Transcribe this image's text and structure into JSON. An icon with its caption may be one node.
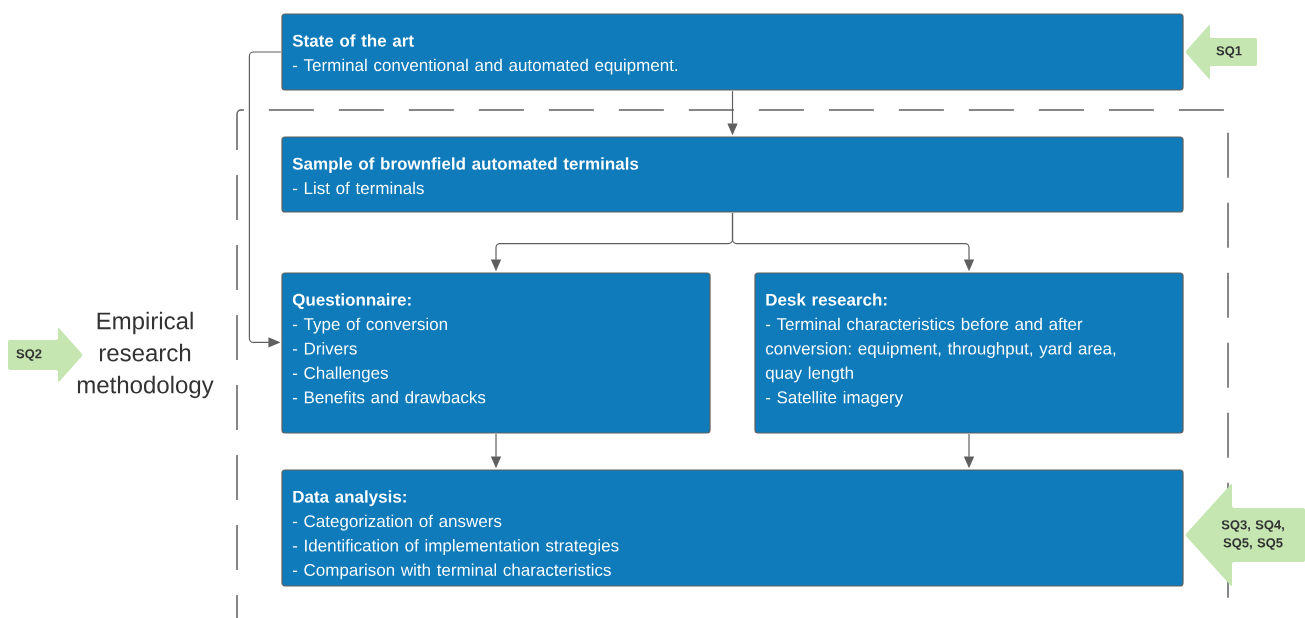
{
  "diagram": {
    "nodes": [
      {
        "text": [
          "State of the art",
          "- Terminal conventional and automated equipment."
        ]
      },
      {
        "text": [
          "Empirical research methodology"
        ]
      },
      {
        "text": [
          "Sample of brownfield automated terminals",
          "- List of terminals"
        ],
        "in": 1
      },
      {
        "text": [
          "Questionnaire:",
          "- Type of conversion",
          "- Drivers",
          "- Challenges",
          "- Benefits and drawbacks"
        ],
        "in": 1
      },
      {
        "text": [
          "Desk research:",
          "- Terminal characteristics before and after conversion: equipment, throughput, yard area, quay length",
          "- Satellite imagery"
        ],
        "in": 1
      },
      {
        "text": [
          "Data analysis:",
          "- Categorization of answers",
          "- Identification of implementation strategies",
          "- Comparison with terminal characteristics"
        ],
        "in": 1
      },
      {
        "text": [
          "SQ1"
        ]
      },
      {
        "text": [
          "SQ2"
        ]
      },
      {
        "text": [
          "SQ3, SQ4, SQ5, SQ5"
        ]
      }
    ],
    "edges": [
      {
        "from": 0,
        "to": 2,
        "arrow": "to"
      },
      {
        "from": 0,
        "to": 3,
        "arrow": "to"
      },
      {
        "from": 2,
        "to": 3,
        "arrow": "to"
      },
      {
        "from": 2,
        "to": 4,
        "arrow": "to"
      },
      {
        "from": 3,
        "to": 5,
        "arrow": "to"
      },
      {
        "from": 4,
        "to": 5,
        "arrow": "to"
      }
    ]
  }
}
